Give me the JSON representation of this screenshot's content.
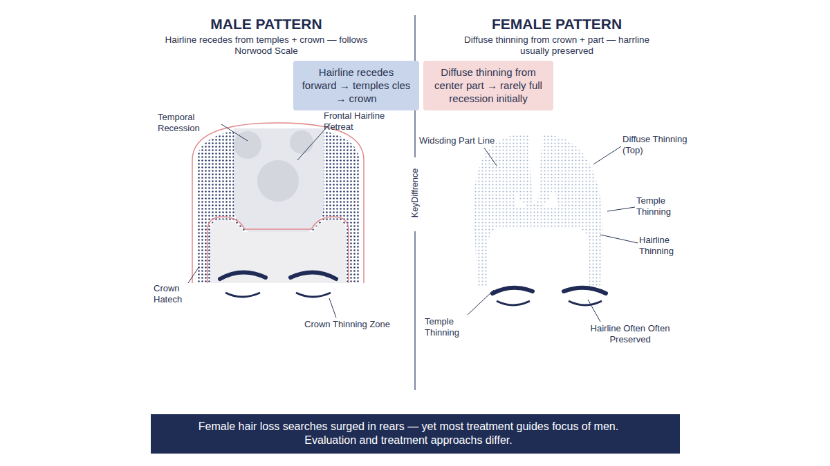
{
  "diagram": {
    "nodes": [
      {
        "text": [
          "Hairline recedes forward → temples cles → crown"
        ]
      },
      {
        "text": [
          "Diffuse thinning from center part → rarely full recession initially"
        ]
      },
      {
        "text": [
          "Female hair loss searches surged in rears — yet most treatment guides focus of men. Evaluation and treatment approachs differ."
        ]
      }
    ],
    "labels": [
      "MALE PATTERN",
      "Hairline recedes from temples + crown — follows Norwood Scale",
      "Temporal Recession",
      "Frontal Hairline Retreat",
      "Crown Hatech",
      "Crown Thinning Zone",
      "FEMALE PATTERN",
      "Diffuse thinning from crown + part — harrline usually preserved",
      "Widsding Part Line",
      "Diffuse Thinning (Top)",
      "Temple Thinning",
      "Hairline Thinning",
      "Temple Thinning",
      "Hairline Often Often Preserved",
      "KeyDiffrence"
    ]
  }
}
